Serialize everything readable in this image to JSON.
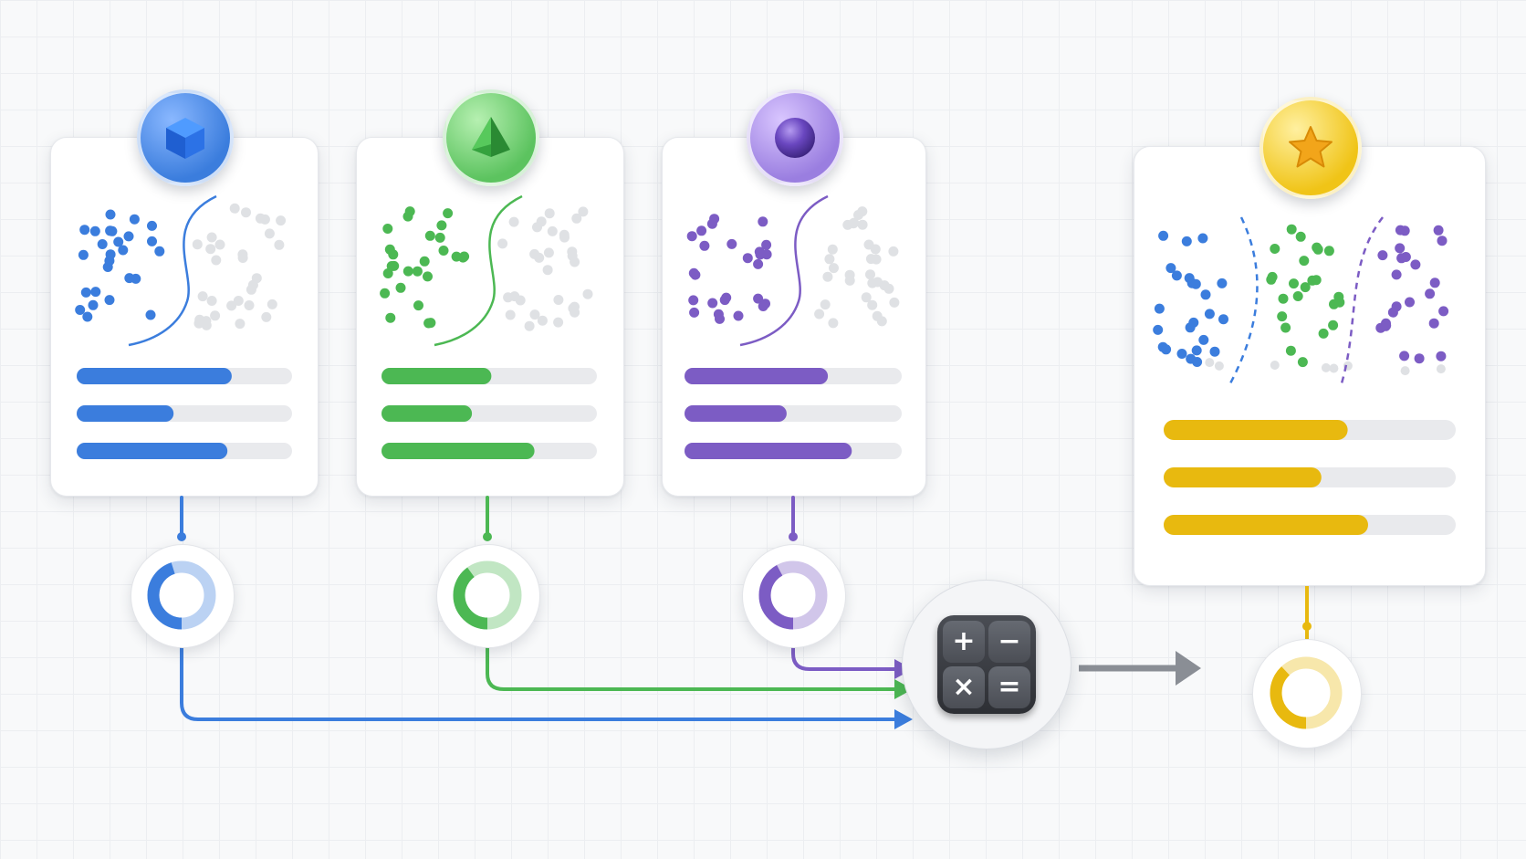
{
  "colors": {
    "blue": "#3b7ddd",
    "green": "#4cb853",
    "purple": "#7c5cc4",
    "yellow": "#e8b90f",
    "gray_dot": "#dfe1e4",
    "arrow_gray": "#8a8e95",
    "track": "#e9eaed"
  },
  "models": [
    {
      "id": "blue",
      "icon": "cube-icon",
      "bars": [
        0.72,
        0.45,
        0.7
      ],
      "ring_fraction": 0.45
    },
    {
      "id": "green",
      "icon": "pyramid-icon",
      "bars": [
        0.51,
        0.42,
        0.71
      ],
      "ring_fraction": 0.4
    },
    {
      "id": "purple",
      "icon": "sphere-icon",
      "bars": [
        0.66,
        0.47,
        0.77
      ],
      "ring_fraction": 0.42
    }
  ],
  "aggregator": {
    "icon": "calculator-icon",
    "keys": [
      "+",
      "−",
      "×",
      "="
    ]
  },
  "result": {
    "id": "yellow",
    "icon": "star-icon",
    "bars": [
      0.63,
      0.54,
      0.7
    ],
    "ring_fraction": 0.38
  }
}
